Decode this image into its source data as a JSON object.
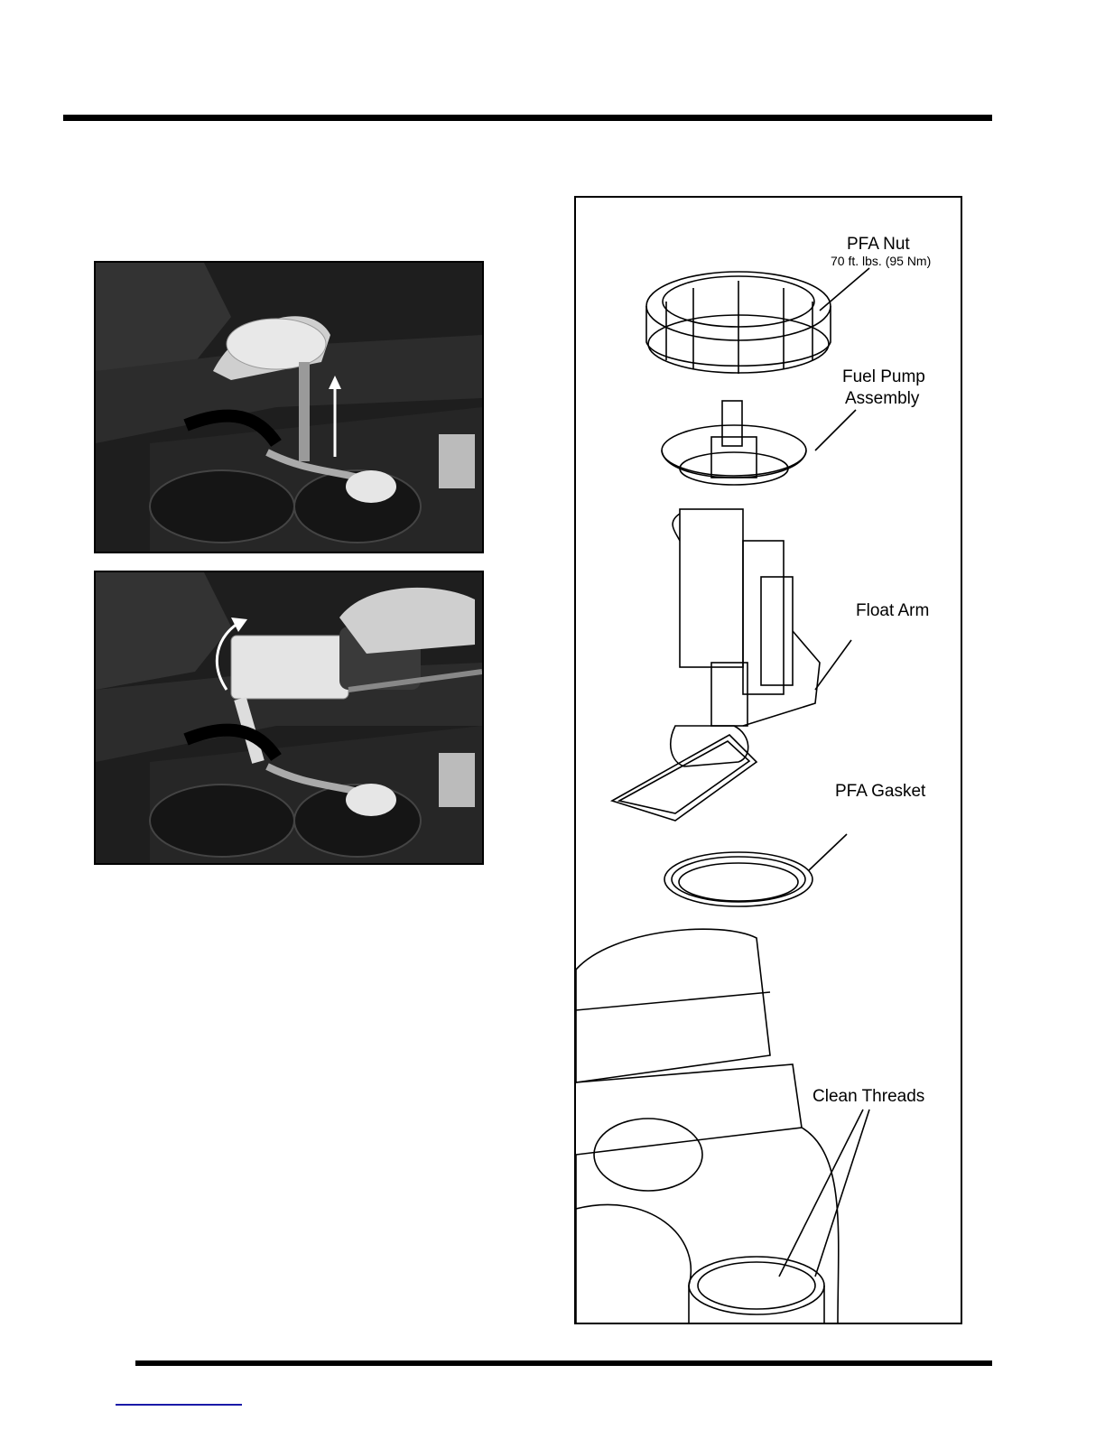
{
  "diagram": {
    "labels": {
      "pfa_nut": "PFA Nut",
      "pfa_nut_torque": "70 ft. lbs. (95 Nm)",
      "fuel_pump_line1": "Fuel Pump",
      "fuel_pump_line2": "Assembly",
      "float_arm": "Float Arm",
      "pfa_gasket": "PFA Gasket",
      "clean_threads": "Clean Threads"
    }
  },
  "colors": {
    "rule": "#000000",
    "photo_background": "#1b1b1b",
    "footer_link": "#1a1aa8"
  }
}
